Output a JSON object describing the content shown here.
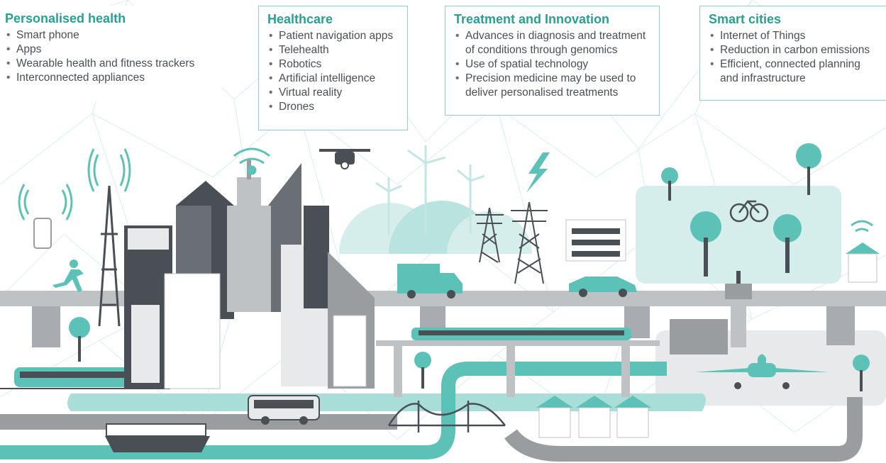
{
  "colors": {
    "teal": "#5cc2b8",
    "dark_teal": "#27a095",
    "gray": "#9a9da0",
    "dark_gray": "#4a4f55",
    "light_teal": "#d6eeeb",
    "light_gray": "#e8e9ea"
  },
  "boxes": {
    "personalised": {
      "title": "Personalised health",
      "items": [
        "Smart phone",
        "Apps",
        "Wearable health and fitness trackers",
        "Interconnected appliances"
      ]
    },
    "healthcare": {
      "title": "Healthcare",
      "items": [
        "Patient navigation apps",
        "Telehealth",
        "Robotics",
        "Artificial intelligence",
        "Virtual reality",
        "Drones"
      ]
    },
    "treatment": {
      "title": "Treatment and Innovation",
      "items": [
        "Advances in diagnosis and treatment of conditions through genomics",
        "Use of spatial technology",
        "Precision medicine may be used to deliver personalised treatments"
      ]
    },
    "smart_cities": {
      "title": "Smart cities",
      "items": [
        "Internet of Things",
        "Reduction in carbon emissions",
        "Efficient, connected planning and infrastructure"
      ]
    }
  },
  "icons": [
    "wifi-icon",
    "smartphone-icon",
    "cell-tower-icon",
    "runner-icon",
    "drone-icon",
    "lightning-icon",
    "wind-turbine-icon",
    "power-pylon-icon",
    "bicycle-icon",
    "truck-icon",
    "car-icon",
    "train-icon",
    "bus-icon",
    "ferry-icon",
    "airplane-icon",
    "control-tower-icon",
    "bridge-icon",
    "tree-icon",
    "house-icon"
  ]
}
